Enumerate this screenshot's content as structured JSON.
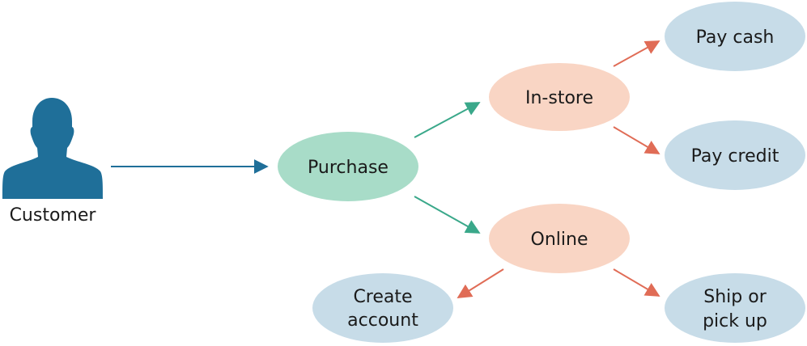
{
  "actor": {
    "label": "Customer",
    "color": "#1f6f99"
  },
  "colors": {
    "purchase_fill": "#a8dcc8",
    "channel_fill": "#f9d5c4",
    "option_fill": "#c7dce8",
    "actor_arrow": "#1f6f99",
    "purchase_arrow": "#3aa88a",
    "channel_arrow": "#e06c56"
  },
  "nodes": {
    "purchase": {
      "label": "Purchase"
    },
    "in_store": {
      "label": "In-store"
    },
    "online": {
      "label": "Online"
    },
    "pay_cash": {
      "label": "Pay cash"
    },
    "pay_credit": {
      "label": "Pay credit"
    },
    "create_account": {
      "line1": "Create",
      "line2": "account"
    },
    "ship_or_pick_up": {
      "line1": "Ship or",
      "line2": "pick up"
    }
  }
}
